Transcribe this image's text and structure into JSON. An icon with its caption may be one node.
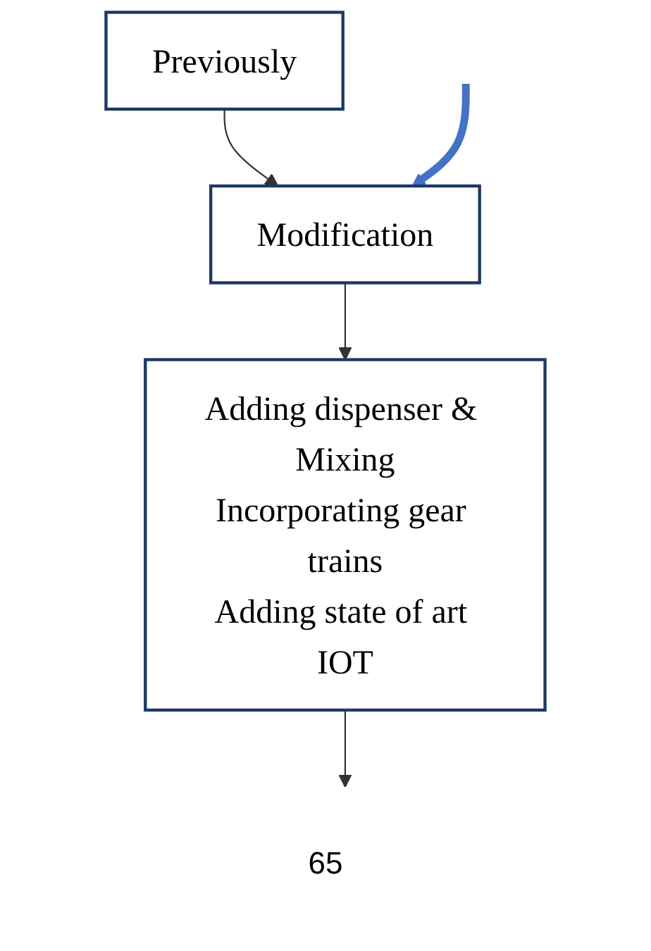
{
  "diagram": {
    "nodes": [
      {
        "text": [
          "Previously"
        ]
      },
      {
        "text": [
          "Modification"
        ]
      },
      {
        "text": [
          "Adding dispenser & Mixing",
          "Incorporating gear trains",
          "Adding state of art IOT"
        ]
      }
    ],
    "edges": [
      {
        "from": 0,
        "to": 1,
        "arrow": "to"
      },
      {
        "from": 1,
        "to": 2,
        "arrow": "to"
      },
      {
        "from": 2,
        "to": null,
        "arrow": "to"
      },
      {
        "from": null,
        "to": 1,
        "arrow": "to",
        "style": "thick",
        "color": "#4472c4"
      }
    ],
    "labels": [
      "65"
    ]
  }
}
